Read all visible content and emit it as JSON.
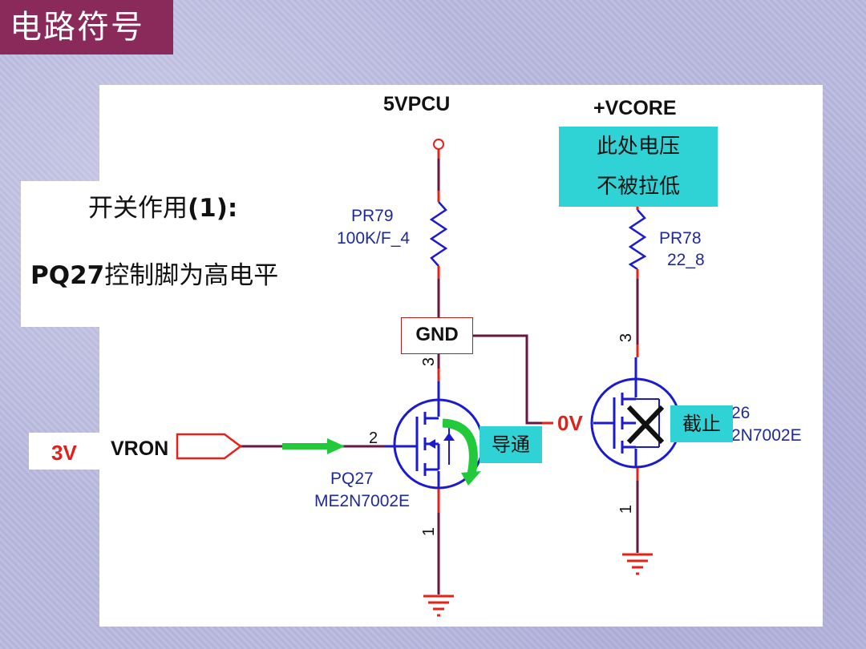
{
  "title": "电路符号",
  "note": {
    "line1_prefix": "开关作用",
    "line1_bold": "(1):",
    "line2_bold": "PQ27",
    "line2_rest": "控制脚为高电平"
  },
  "nets": {
    "vcc": "5VPCU",
    "vcore": "+VCORE",
    "vron": "VRON",
    "gnd_label": "GND"
  },
  "callouts": {
    "voltage_line1": "此处电压",
    "voltage_line2": "不被拉低",
    "conduct": "导通",
    "cutoff": "截止",
    "input_v": "3V",
    "drain_v": "0V"
  },
  "components": {
    "pr79": {
      "ref": "PR79",
      "value": "100K/F_4"
    },
    "pr78": {
      "ref": "PR78",
      "value": "22_8"
    },
    "pq27": {
      "ref": "PQ27",
      "value": "ME2N7002E"
    },
    "pq26": {
      "ref_partial": "26",
      "value_partial": "E2N7002E"
    }
  },
  "pins": {
    "p1": "1",
    "p2": "2",
    "p3": "3"
  },
  "colors": {
    "wire": "#6a1540",
    "red_seg": "#e8201a",
    "mos": "#1a1ad0",
    "arrow_green": "#22c93a",
    "cyan": "#2fd3d6",
    "title_bg": "#8a2a5a"
  }
}
